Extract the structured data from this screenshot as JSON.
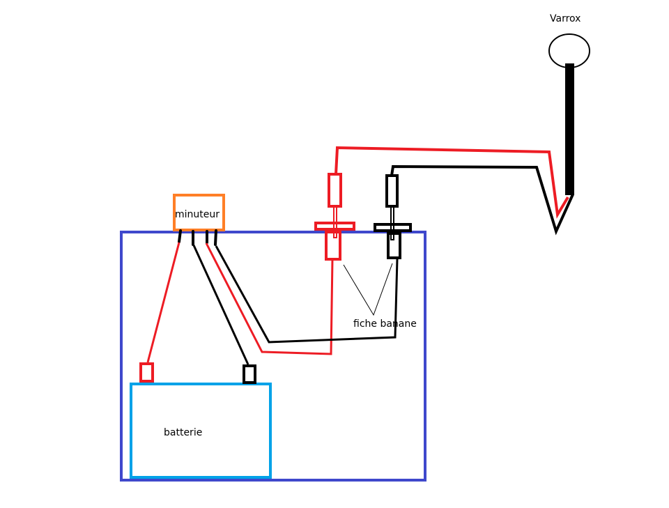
{
  "diagram": {
    "labels": {
      "varrox": "Varrox",
      "minuteur": "minuteur",
      "fiche_banane": "fiche banane",
      "batterie": "batterie"
    },
    "colors": {
      "enclosure": "#3f48cc",
      "battery": "#00a2e8",
      "timer": "#ff7f27",
      "positive_wire": "#ed1c24",
      "negative_wire": "#000000"
    }
  }
}
